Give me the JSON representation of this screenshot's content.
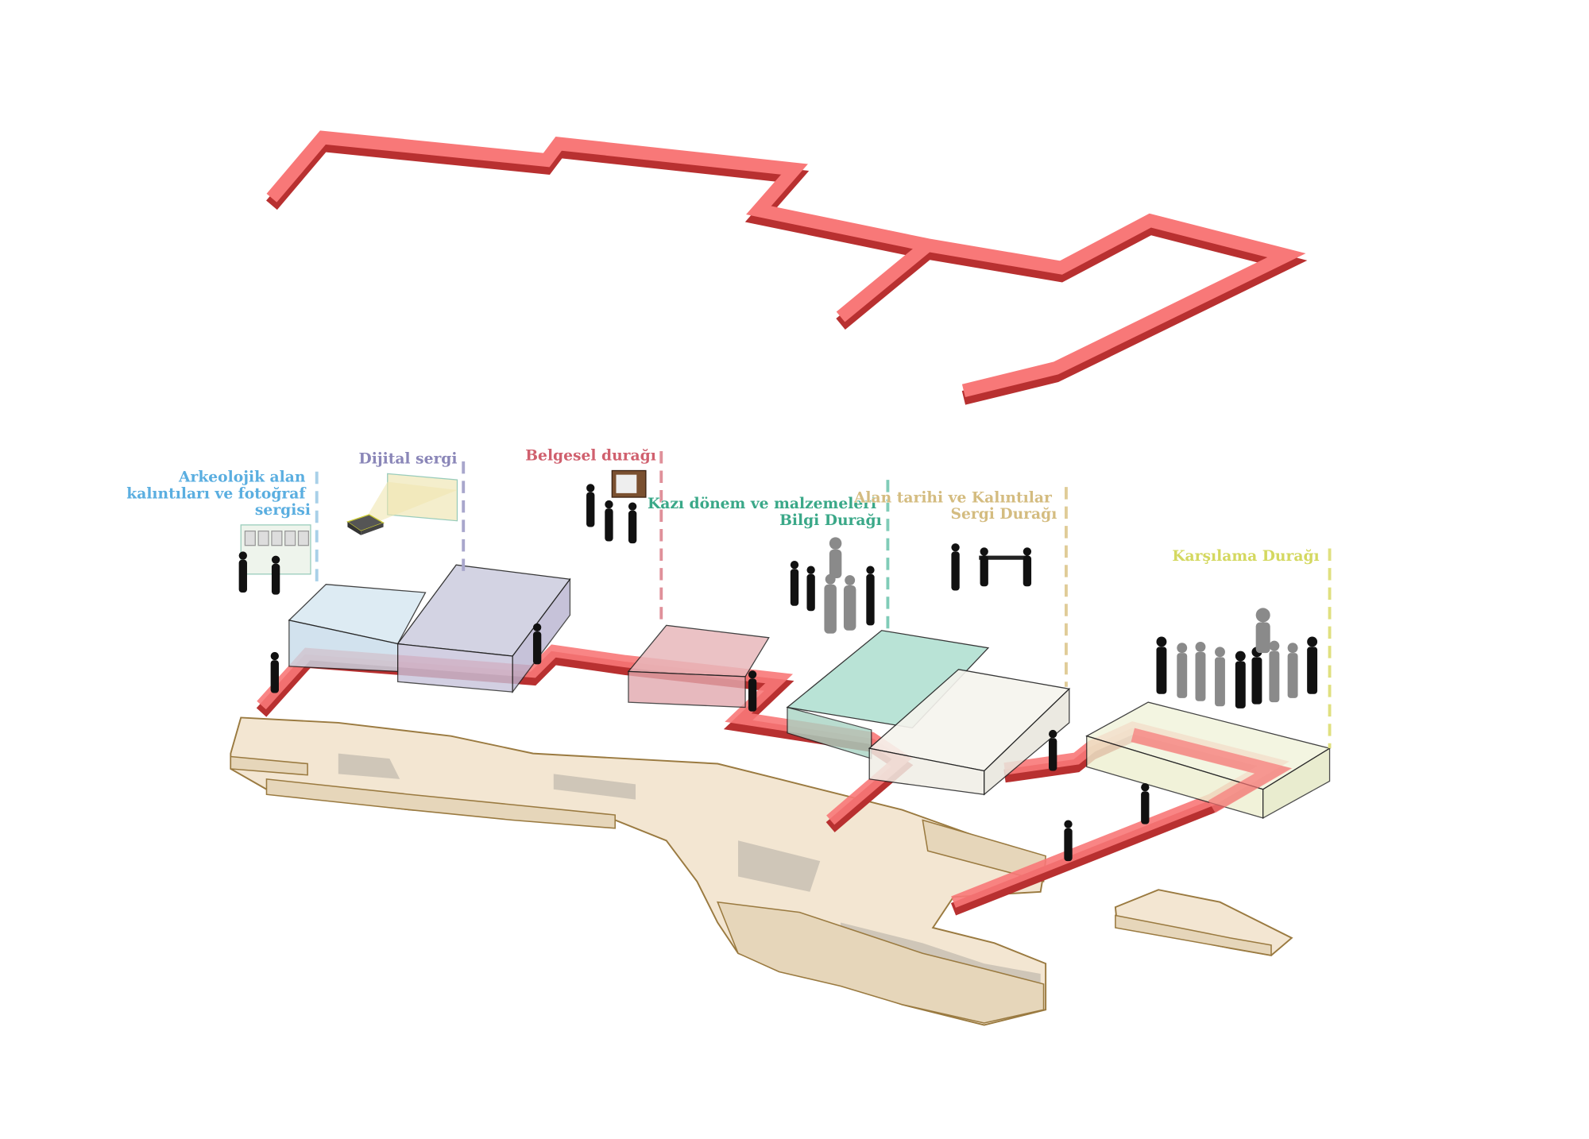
{
  "stops": [
    {
      "id": "arkeolojik",
      "lines": [
        "Arkeolojik alan",
        "kalıntıları ve fotoğraf",
        "sergisi"
      ],
      "color": "#5aaee0"
    },
    {
      "id": "dijital",
      "lines": [
        "Dijital sergi"
      ],
      "color": "#8a86b8"
    },
    {
      "id": "belgesel",
      "lines": [
        "Belgesel durağı"
      ],
      "color": "#d0606e"
    },
    {
      "id": "kazi",
      "lines": [
        "Kazı dönem ve malzemeleri",
        "Bilgi Durağı"
      ],
      "color": "#3aa888"
    },
    {
      "id": "alan",
      "lines": [
        "Alan tarihi ve Kalıntılar",
        "Sergi Durağı"
      ],
      "color": "#d4bc80"
    },
    {
      "id": "karsilama",
      "lines": [
        "Karşılama Durağı"
      ],
      "color": "#d4d860"
    }
  ],
  "colors": {
    "route": "#f87878",
    "route_side": "#e04848",
    "ruins": "#f3e6d2"
  }
}
